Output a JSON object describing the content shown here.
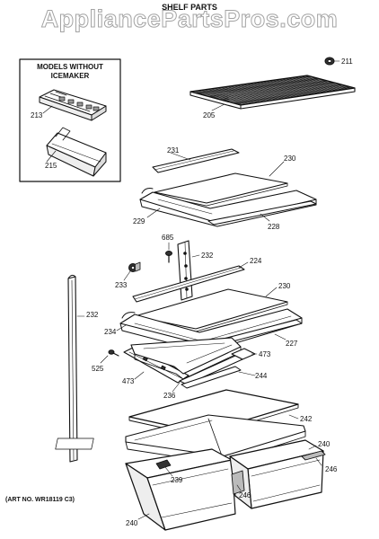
{
  "watermark": "AppliancePartsPros.com",
  "title": "SHELF PARTS",
  "inset": {
    "title_line1": "MODELS WITHOUT",
    "title_line2": "ICEMAKER"
  },
  "art_number": "(ART NO. WR18119 C3)",
  "callouts": {
    "p211": "211",
    "p205": "205",
    "p213": "213",
    "p215": "215",
    "p231": "231",
    "p230a": "230",
    "p229": "229",
    "p228": "228",
    "p685": "685",
    "p232a": "232",
    "p224": "224",
    "p233": "233",
    "p230b": "230",
    "p232b": "232",
    "p234": "234",
    "p227": "227",
    "p525": "525",
    "p473a": "473",
    "p473b": "473",
    "p244": "244",
    "p236": "236",
    "p242": "242",
    "p240a": "240",
    "p246a": "246",
    "p239": "239",
    "p246b": "246",
    "p240b": "240"
  }
}
